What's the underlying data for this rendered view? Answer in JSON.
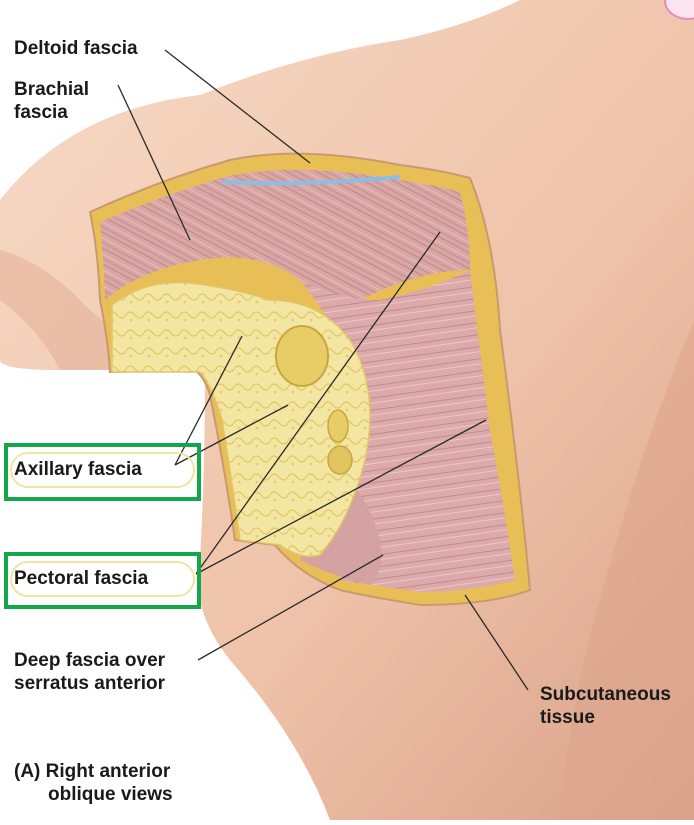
{
  "labels": {
    "deltoid_fascia": "Deltoid fascia",
    "brachial_line1": "Brachial",
    "brachial_line2": "fascia",
    "axillary_fascia": "Axillary fascia",
    "pectoral_fascia": "Pectoral fascia",
    "deep_fascia_line1": "Deep fascia over",
    "deep_fascia_line2": "serratus anterior",
    "subcutaneous_line1": "Subcutaneous",
    "subcutaneous_line2": "tissue",
    "caption_line1": "(A) Right anterior",
    "caption_line2": "oblique views"
  },
  "highlights": {
    "color": "#12a84a",
    "oval_color": "#f3e3a0",
    "boxed_labels": [
      "Axillary fascia",
      "Pectoral fascia"
    ]
  },
  "colors": {
    "skin": "#f2cdb6",
    "skin_shadow": "#d9a58c",
    "muscle": "#d7a3a3",
    "muscle_fibre": "#b57676",
    "fat": "#f4e6a0",
    "fat_dark": "#d8b64a",
    "fascia_border": "#e5b94a",
    "deltoid_fascia_blue": "#8cbde6"
  }
}
